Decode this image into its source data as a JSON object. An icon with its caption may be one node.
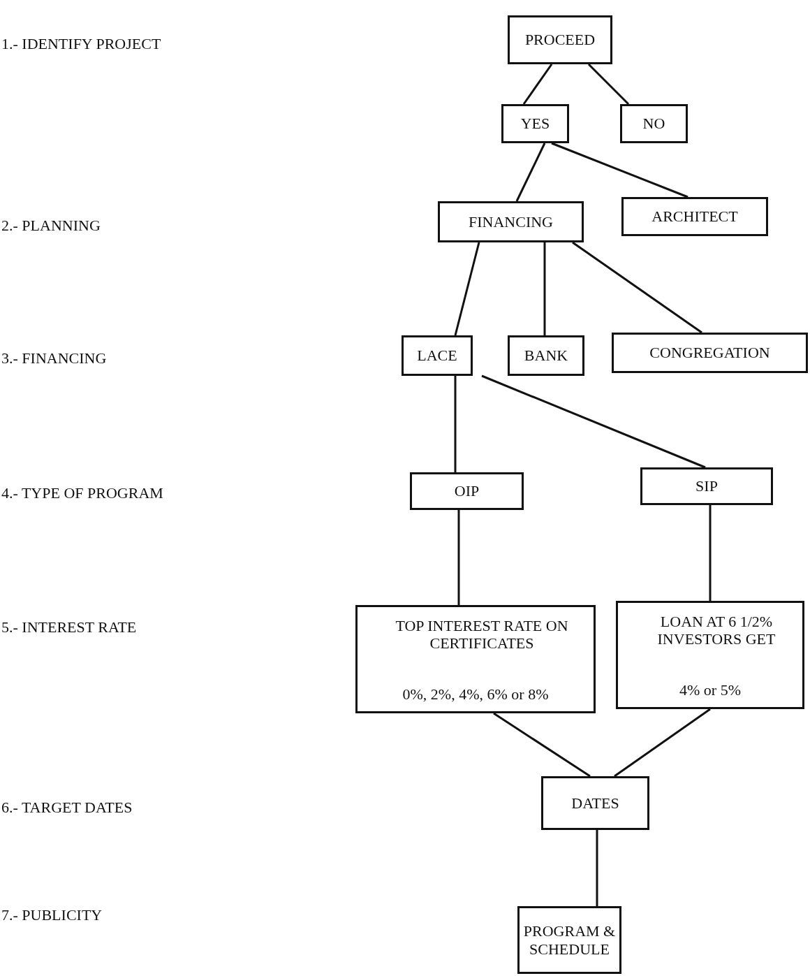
{
  "diagram": {
    "nodes": [
      {
        "text": [
          "PROCEED"
        ]
      },
      {
        "text": [
          "YES"
        ]
      },
      {
        "text": [
          "NO"
        ]
      },
      {
        "text": [
          "FINANCING"
        ]
      },
      {
        "text": [
          "ARCHITECT"
        ]
      },
      {
        "text": [
          "LACE"
        ]
      },
      {
        "text": [
          "BANK"
        ]
      },
      {
        "text": [
          "CONGREGATION"
        ]
      },
      {
        "text": [
          "OIP"
        ]
      },
      {
        "text": [
          "SIP"
        ]
      },
      {
        "text": [
          "TOP INTEREST RATE ON CERTIFICATES",
          "0%, 2%, 4%, 6% or 8%"
        ]
      },
      {
        "text": [
          "LOAN AT 6 1/2% INVESTORS GET",
          "4% or 5%"
        ]
      },
      {
        "text": [
          "DATES"
        ]
      },
      {
        "text": [
          "PROGRAM & SCHEDULE"
        ]
      }
    ],
    "edges": [
      {
        "from": 0,
        "to": 1,
        "arrow": "none"
      },
      {
        "from": 0,
        "to": 2,
        "arrow": "none"
      },
      {
        "from": 1,
        "to": 3,
        "arrow": "none"
      },
      {
        "from": 1,
        "to": 4,
        "arrow": "none"
      },
      {
        "from": 3,
        "to": 5,
        "arrow": "none"
      },
      {
        "from": 3,
        "to": 6,
        "arrow": "none"
      },
      {
        "from": 3,
        "to": 7,
        "arrow": "none"
      },
      {
        "from": 5,
        "to": 8,
        "arrow": "none"
      },
      {
        "from": 5,
        "to": 9,
        "arrow": "none"
      },
      {
        "from": 8,
        "to": 10,
        "arrow": "none"
      },
      {
        "from": 9,
        "to": 11,
        "arrow": "none"
      },
      {
        "from": 10,
        "to": 12,
        "arrow": "none"
      },
      {
        "from": 11,
        "to": 12,
        "arrow": "none"
      },
      {
        "from": 12,
        "to": 13,
        "arrow": "none"
      }
    ],
    "labels": [
      "1.- IDENTIFY PROJECT",
      "2.- PLANNING",
      "3.- FINANCING",
      "4.- TYPE OF PROGRAM",
      "5.- INTEREST RATE",
      "6.- TARGET DATES",
      "7.- PUBLICITY"
    ]
  }
}
